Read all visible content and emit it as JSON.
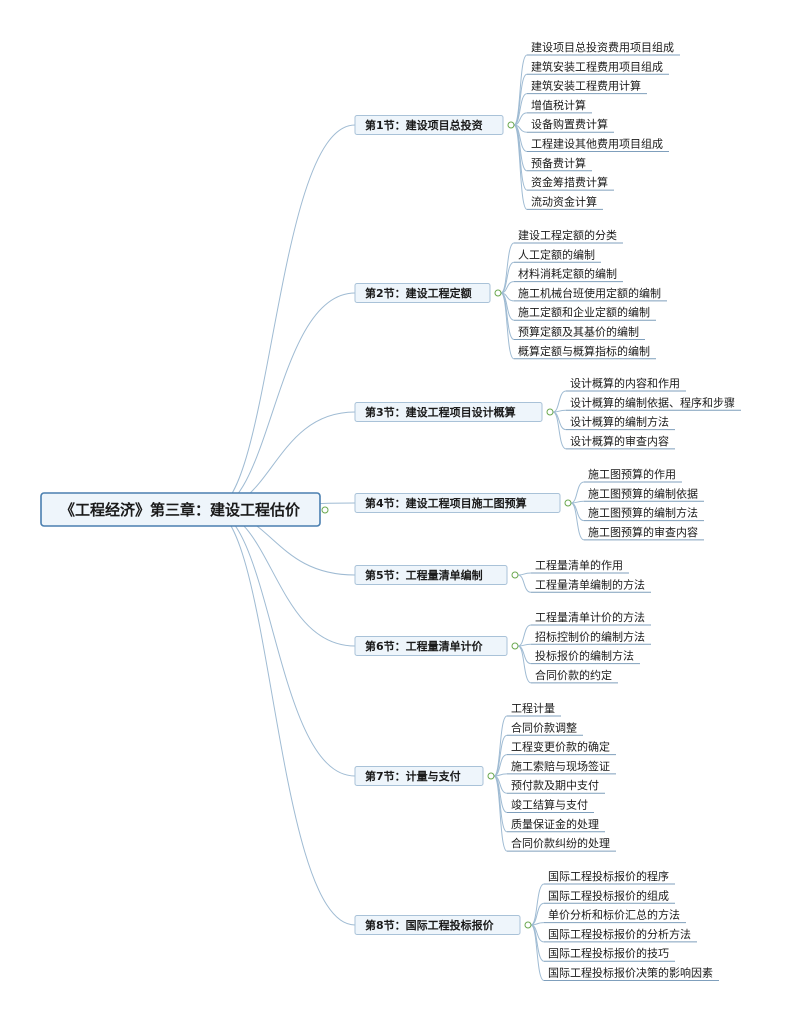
{
  "root": {
    "label": "《工程经济》第三章：建设工程估价"
  },
  "sections": [
    {
      "label": "第1节：建设项目总投资",
      "items": [
        "建设项目总投资费用项目组成",
        "建筑安装工程费用项目组成",
        "建筑安装工程费用计算",
        "增值税计算",
        "设备购置费计算",
        "工程建设其他费用项目组成",
        "预备费计算",
        "资金筹措费计算",
        "流动资金计算"
      ]
    },
    {
      "label": "第2节：建设工程定额",
      "items": [
        "建设工程定额的分类",
        "人工定额的编制",
        "材料消耗定额的编制",
        "施工机械台班使用定额的编制",
        "施工定额和企业定额的编制",
        "预算定额及其基价的编制",
        "概算定额与概算指标的编制"
      ]
    },
    {
      "label": "第3节：建设工程项目设计概算",
      "items": [
        "设计概算的内容和作用",
        "设计概算的编制依据、程序和步骤",
        "设计概算的编制方法",
        "设计概算的审查内容"
      ]
    },
    {
      "label": "第4节：建设工程项目施工图预算",
      "items": [
        "施工图预算的作用",
        "施工图预算的编制依据",
        "施工图预算的编制方法",
        "施工图预算的审查内容"
      ]
    },
    {
      "label": "第5节：工程量清单编制",
      "items": [
        "工程量清单的作用",
        "工程量清单编制的方法"
      ]
    },
    {
      "label": "第6节：工程量清单计价",
      "items": [
        "工程量清单计价的方法",
        "招标控制价的编制方法",
        "投标报价的编制方法",
        "合同价款的约定"
      ]
    },
    {
      "label": "第7节：计量与支付",
      "items": [
        "工程计量",
        "合同价款调整",
        "工程变更价款的确定",
        "施工索赔与现场签证",
        "预付款及期中支付",
        "竣工结算与支付",
        "质量保证金的处理",
        "合同价款纠纷的处理"
      ]
    },
    {
      "label": "第8节：国际工程投标报价",
      "items": [
        "国际工程投标报价的程序",
        "国际工程投标报价的组成",
        "单价分析和标价汇总的方法",
        "国际工程投标报价的分析方法",
        "国际工程投标报价的技巧",
        "国际工程投标报价决策的影响因素"
      ]
    }
  ]
}
